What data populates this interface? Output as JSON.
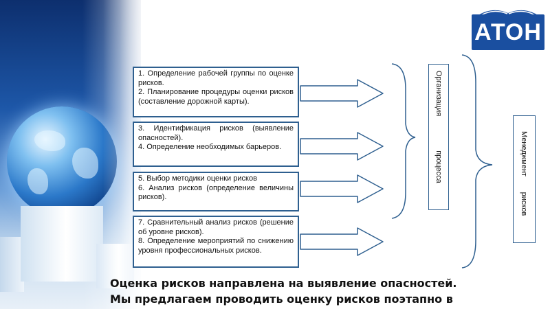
{
  "logo": {
    "text": "АТОН"
  },
  "steps": [
    {
      "lines": [
        "1. Определение рабочей группы по оценке рисков.",
        "2. Планирование процедуры оценки рисков (составление дорожной карты)."
      ]
    },
    {
      "lines": [
        "3. Идентификация рисков (выявление опасностей).",
        "4. Определение необходимых барьеров."
      ]
    },
    {
      "lines": [
        "5. Выбор методики оценки рисков",
        "6. Анализ рисков (определение величины рисков)."
      ]
    },
    {
      "lines": [
        "7. Сравнительный анализ рисков (решение об уровне рисков).",
        "8. Определение мероприятий по снижению уровня профессиональных рисков."
      ]
    }
  ],
  "process_box": {
    "line1": "Организация",
    "line2": "процесса"
  },
  "management_box": {
    "line1": "Менеджмент",
    "line2": "рисков"
  },
  "footer": {
    "line1": "Оценка рисков направлена на выявление опасностей.",
    "line2": "Мы предлагаем проводить оценку рисков поэтапно в"
  }
}
